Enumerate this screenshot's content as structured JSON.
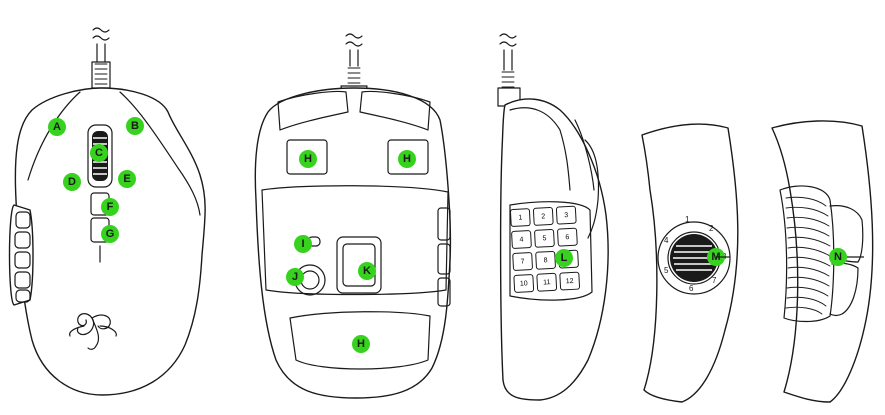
{
  "colors": {
    "badge": "#36d21e",
    "outline": "#1a1a1a",
    "background": "#ffffff"
  },
  "callouts": {
    "a": "A",
    "b": "B",
    "c": "C",
    "d": "D",
    "e": "E",
    "f": "F",
    "g": "G",
    "h1": "H",
    "h2": "H",
    "h3": "H",
    "i": "I",
    "j": "J",
    "k": "K",
    "l": "L",
    "m": "M",
    "n": "N"
  },
  "twelve_button_side_panel": [
    "1",
    "2",
    "3",
    "4",
    "5",
    "6",
    "7",
    "8",
    "9",
    "10",
    "11",
    "12"
  ],
  "seven_button_side_panel": [
    "1",
    "2",
    "3",
    "4",
    "5",
    "6",
    "7"
  ],
  "icons": [
    "razer-snake-logo-icon",
    "usb-cable-icon"
  ]
}
